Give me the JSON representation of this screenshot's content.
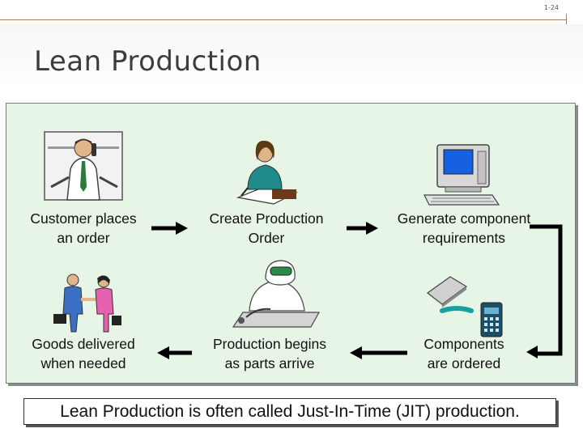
{
  "slide": {
    "number": "1-24",
    "title": "Lean Production"
  },
  "steps": {
    "customer_order": "Customer places\nan order",
    "create_order": "Create Production\nOrder",
    "generate_requirements": "Generate component\nrequirements",
    "components_ordered": "Components\nare ordered",
    "production_begins": "Production begins\nas parts arrive",
    "goods_delivered": "Goods delivered\nwhen needed"
  },
  "note": "Lean Production is often called Just-In-Time (JIT) production."
}
